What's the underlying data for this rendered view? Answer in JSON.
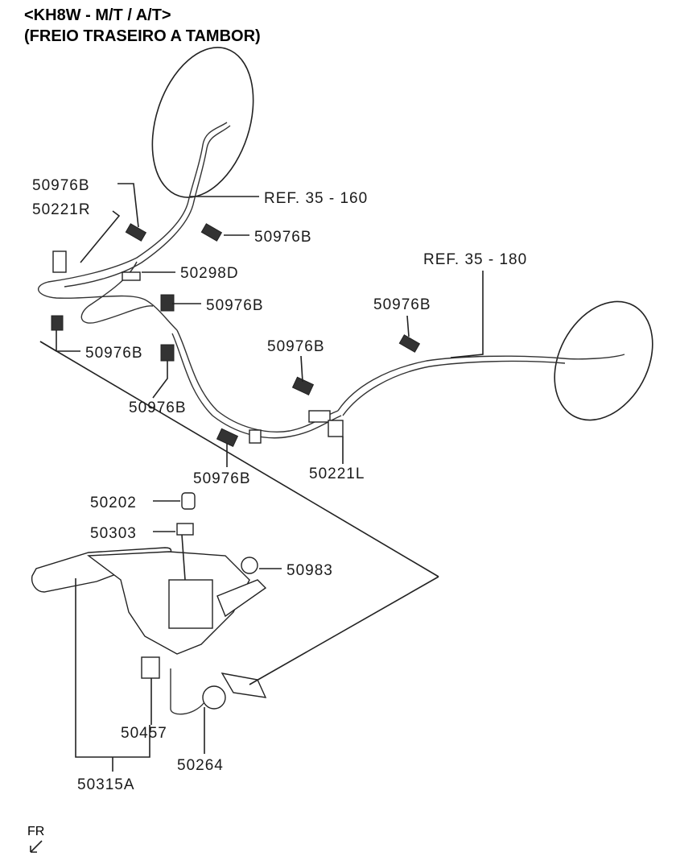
{
  "header": {
    "line1": "<KH8W - M/T / A/T>",
    "line2": "(FREIO TRASEIRO A TAMBOR)"
  },
  "labels": {
    "p50976B_a": "50976B",
    "p50221R": "50221R",
    "ref_160": "REF. 35 - 160",
    "p50976B_b": "50976B",
    "ref_180": "REF. 35 - 180",
    "p50298D": "50298D",
    "p50976B_c": "50976B",
    "p50976B_d": "50976B",
    "p50976B_e": "50976B",
    "p50976B_f": "50976B",
    "p50976B_g": "50976B",
    "p50221L": "50221L",
    "p50976B_h": "50976B",
    "p50202": "50202",
    "p50303": "50303",
    "p50983": "50983",
    "p50457": "50457",
    "p50264": "50264",
    "p50315A": "50315A"
  },
  "orientation": "FR"
}
